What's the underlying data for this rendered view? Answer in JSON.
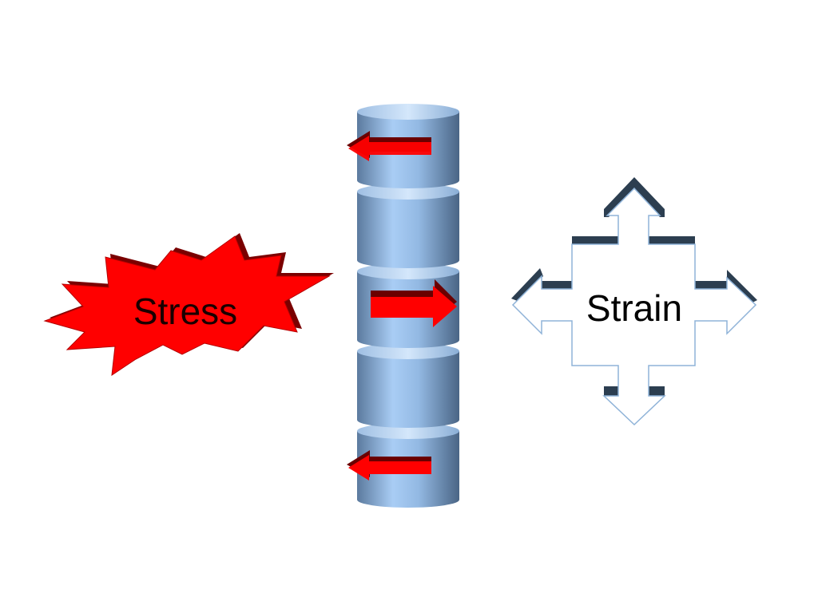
{
  "stress": {
    "label": "Stress",
    "fill_color": "#ff0000",
    "shadow_color": "#7a0000"
  },
  "strain": {
    "label": "Strain",
    "outline_color": "#8fb3d8",
    "shadow_color": "#2c3e50"
  },
  "column": {
    "segment_count": 5,
    "body_light": "#a9cdf5",
    "body_dark": "#4a6585",
    "top_color": "#c9e0f9",
    "arrows": [
      {
        "segment": 1,
        "direction": "left"
      },
      {
        "segment": 3,
        "direction": "right"
      },
      {
        "segment": 5,
        "direction": "left"
      }
    ],
    "arrow_color": "#ff0000",
    "arrow_shadow": "#6a0000"
  }
}
